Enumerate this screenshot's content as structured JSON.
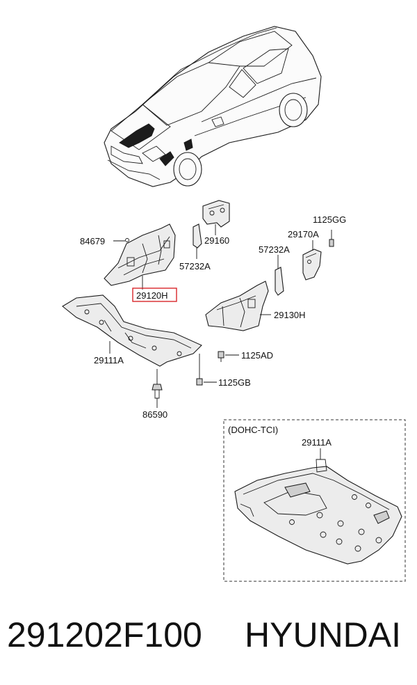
{
  "diagram": {
    "callouts": {
      "p84679": "84679",
      "p29160": "29160",
      "p57232A_left": "57232A",
      "p29120H": "29120H",
      "p57232A_right": "57232A",
      "p1125GG": "1125GG",
      "p29170A": "29170A",
      "p29130H": "29130H",
      "p29111A": "29111A",
      "p1125AD": "1125AD",
      "p1125GB": "1125GB",
      "p86590": "86590"
    },
    "highlighted_part": "29120H",
    "highlight_color": "#d9262a",
    "inset": {
      "title": "(DOHC-TCI)",
      "callout": "29111A"
    }
  },
  "footer": {
    "part_number": "291202F100",
    "brand": "HYUNDAI"
  }
}
